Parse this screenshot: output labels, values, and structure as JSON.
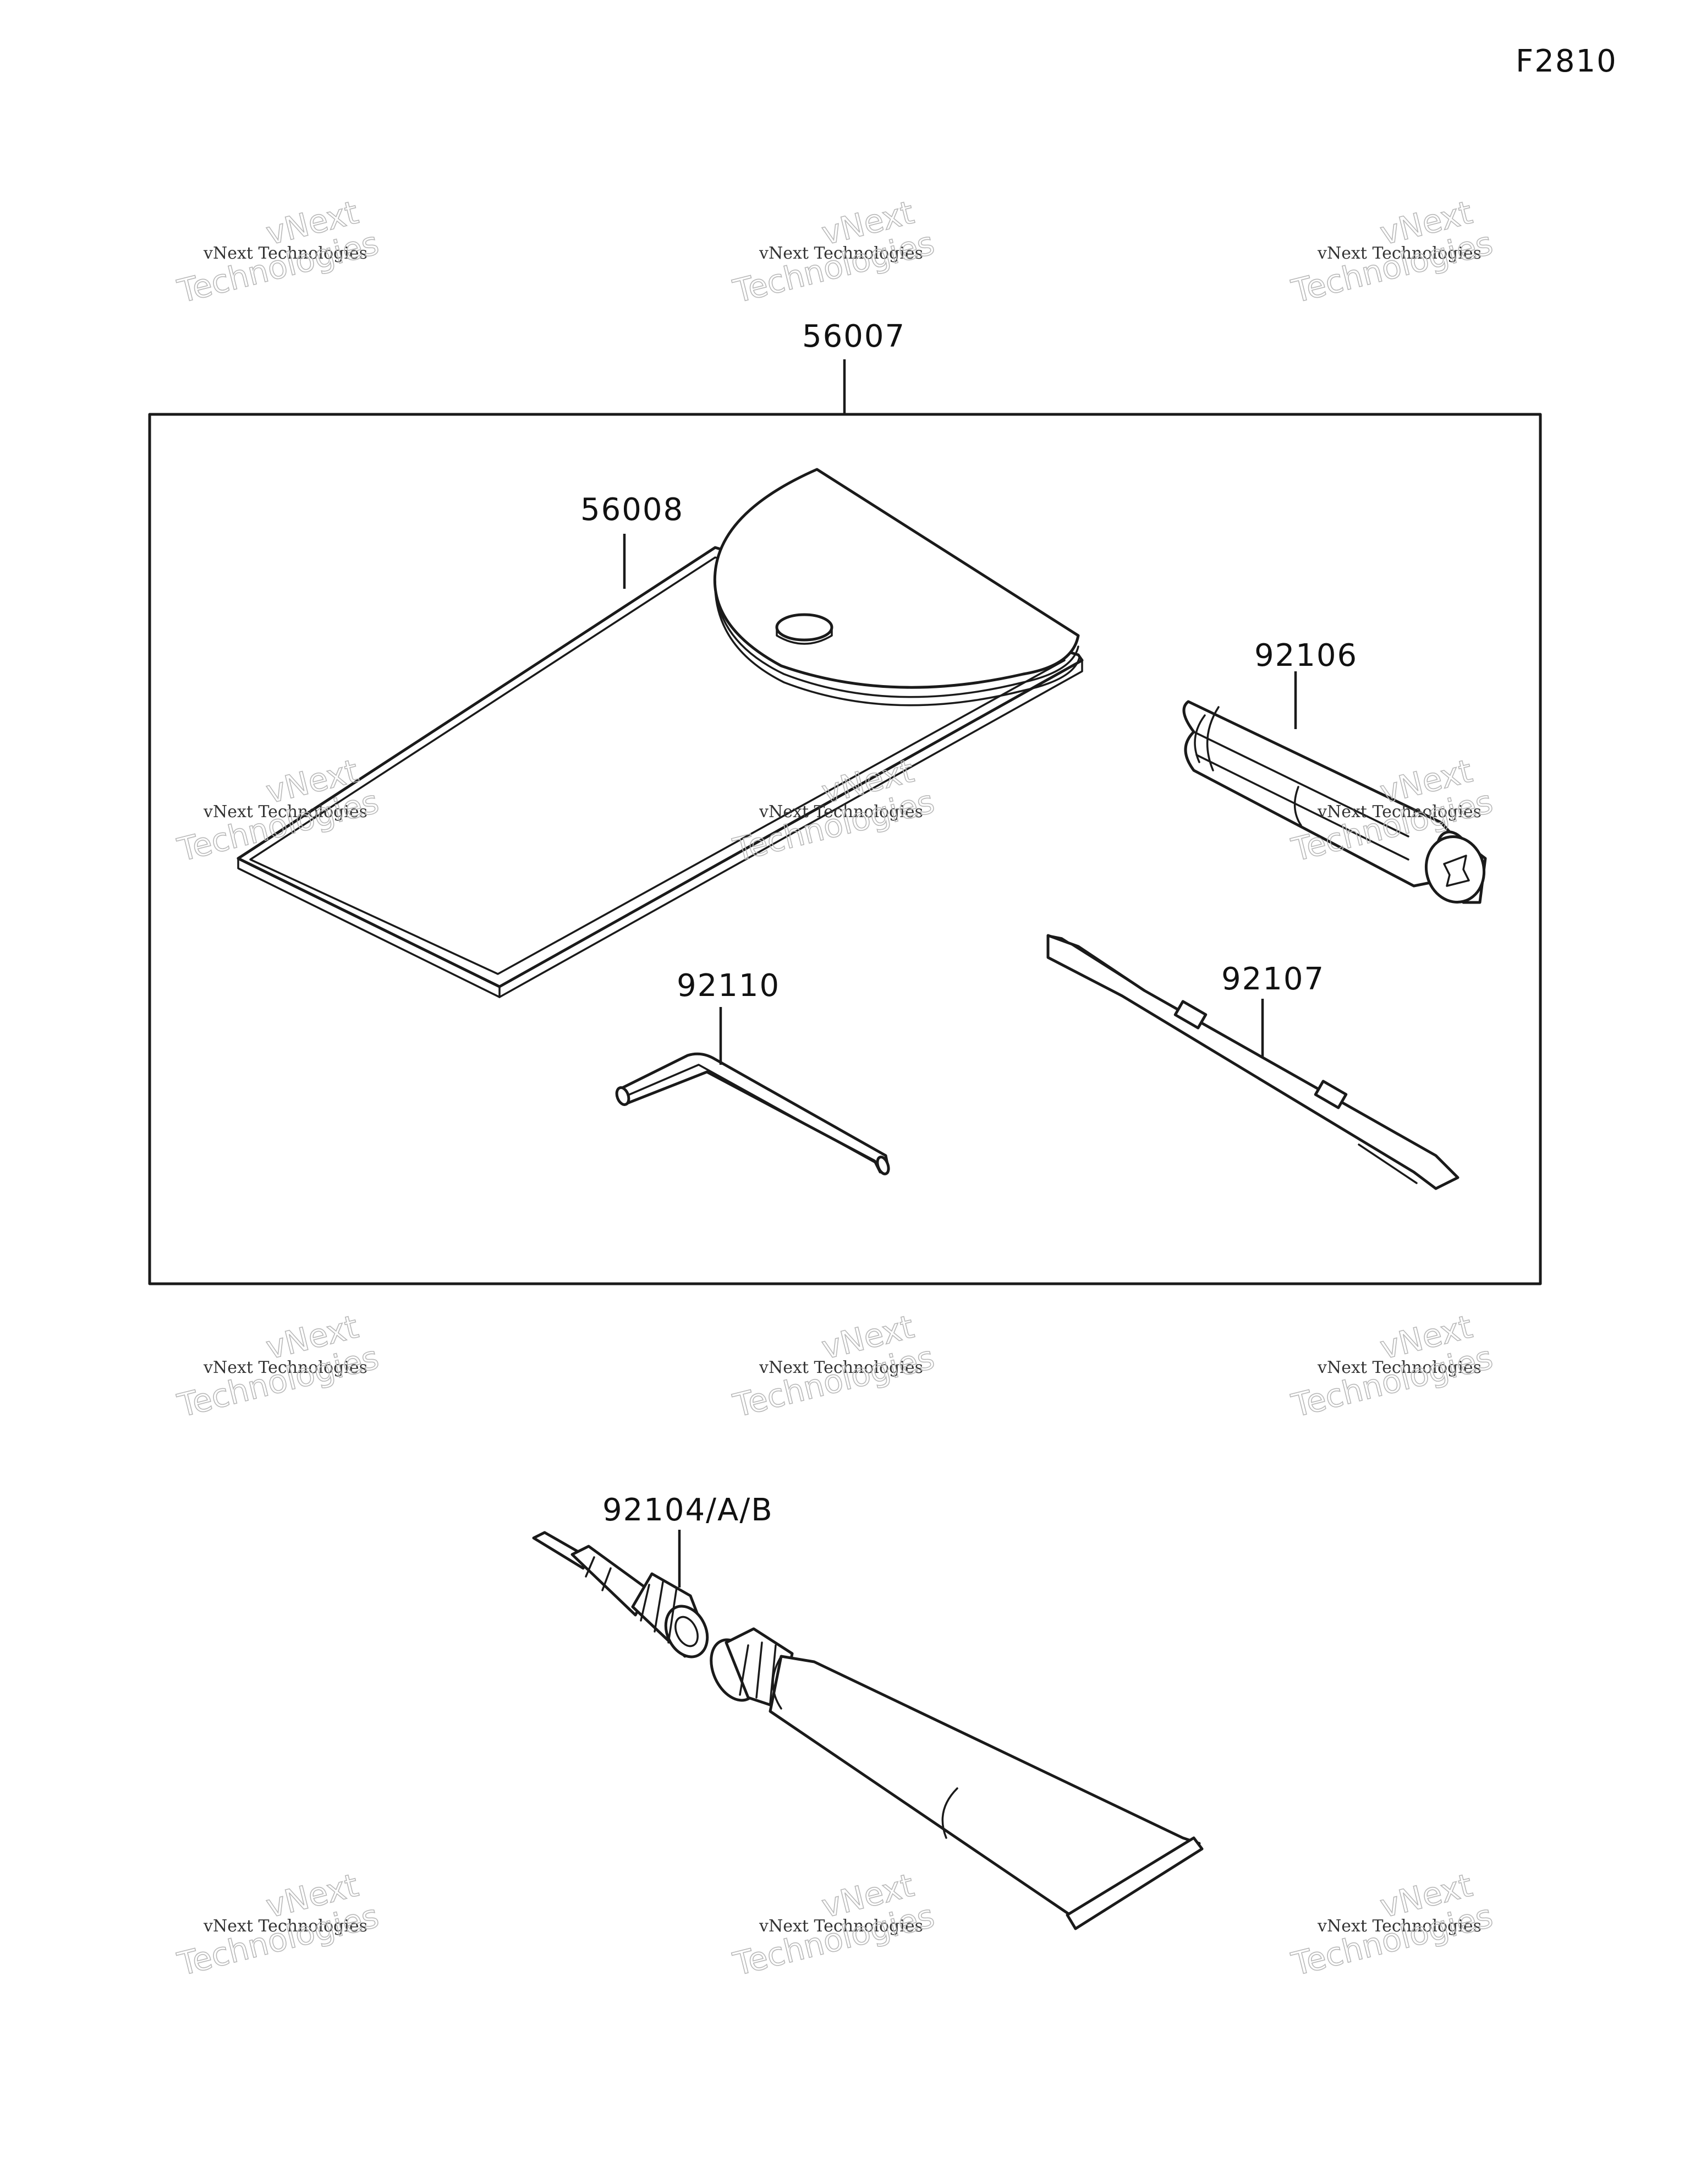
{
  "figure_code": "F2810",
  "parts": {
    "tool_kit": "56007",
    "tool_bag": "56008",
    "handle": "92106",
    "screwdriver": "92107",
    "hex_wrench": "92110",
    "grease_tube": "92104/A/B"
  },
  "watermark": {
    "line1": "vNext Technologies",
    "line2": "vNext",
    "line3": "Technologies"
  },
  "colors": {
    "ink": "#1a1a1a",
    "watermark": "#b8b8b8",
    "background": "#ffffff"
  }
}
